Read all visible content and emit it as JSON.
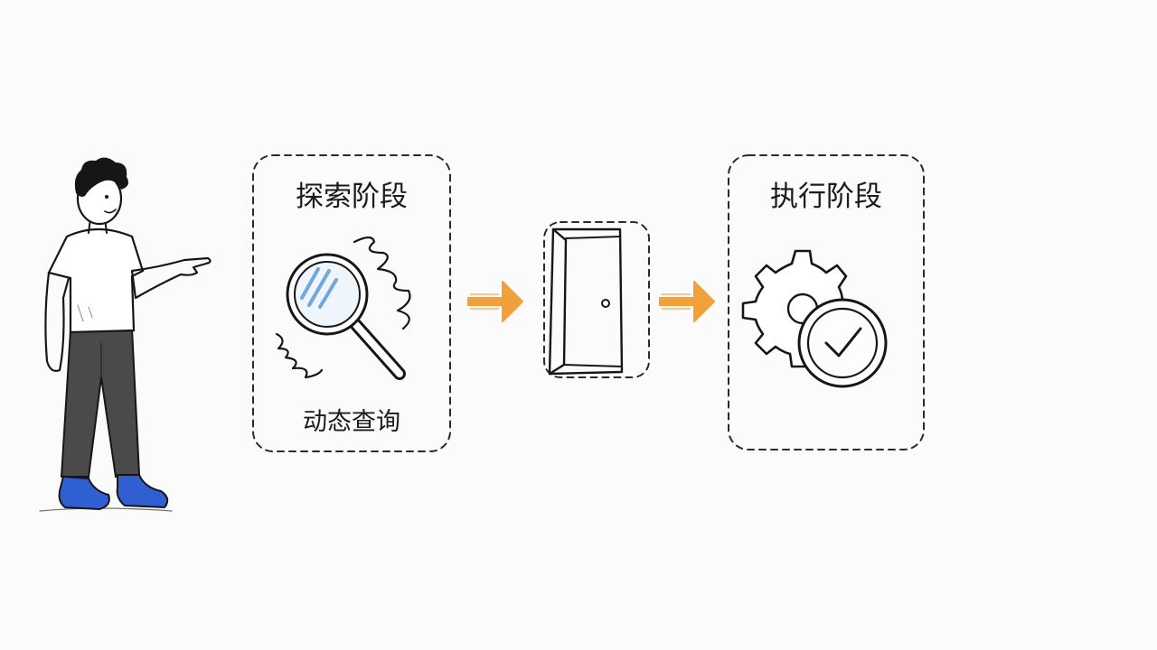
{
  "diagram": {
    "stages": [
      {
        "id": "explore",
        "title": "探索阶段",
        "caption": "动态查询",
        "icon": "magnifying-glass-icon"
      },
      {
        "id": "transition",
        "title": "",
        "caption": "",
        "icon": "door-icon"
      },
      {
        "id": "execute",
        "title": "执行阶段",
        "caption": "",
        "icon": "gear-check-icon"
      }
    ],
    "connectors": [
      "arrow-right-icon",
      "arrow-right-icon"
    ],
    "presenter": "pointing-person"
  },
  "colors": {
    "ink": "#161616",
    "arrow": "#f2a03a",
    "lens": "#6fa8dc",
    "shoes": "#2f5fd0",
    "pants": "#4a4a4a",
    "background": "#fbfbfb"
  }
}
